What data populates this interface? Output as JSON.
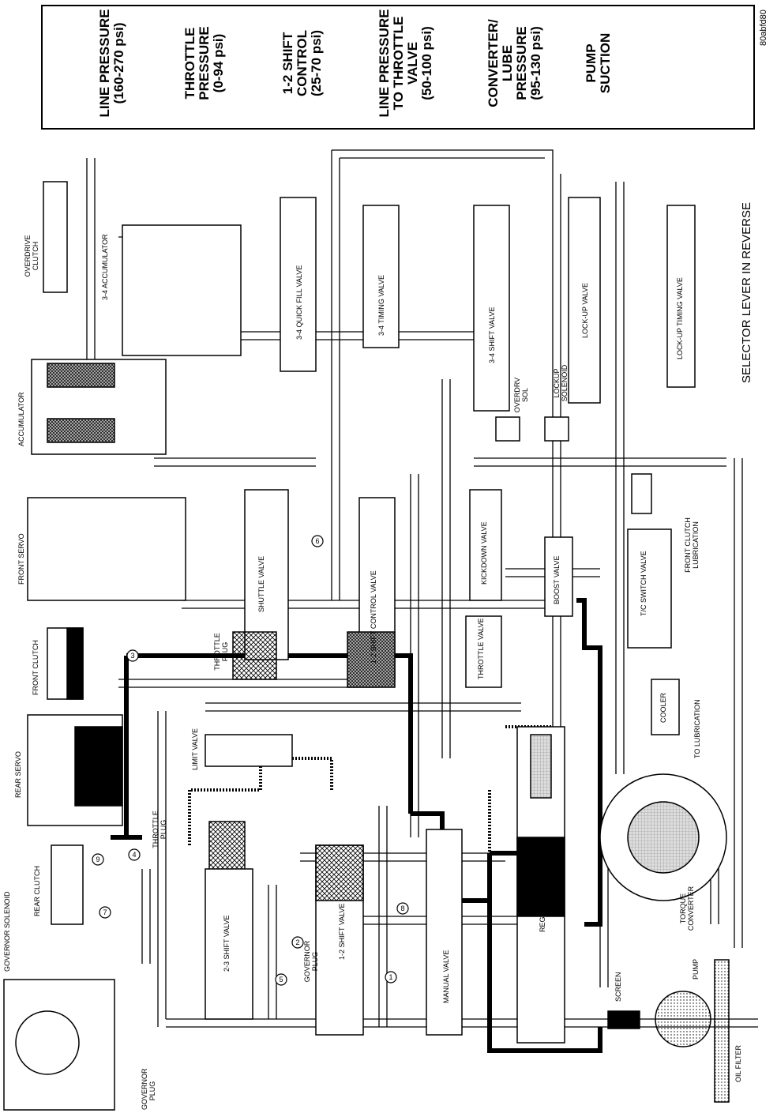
{
  "figure_id": "80abfd80",
  "caption": "SELECTOR LEVER IN REVERSE",
  "legend": {
    "items": [
      {
        "title": "LINE PRESSURE",
        "range": "(160-270 psi)",
        "pattern": "solid"
      },
      {
        "title": "THROTTLE PRESSURE",
        "range": "(0-94 psi)",
        "pattern": "cross"
      },
      {
        "title": "1-2 SHIFT CONTROL",
        "range": "(25-70 psi)",
        "pattern": "dense-cross"
      },
      {
        "title": "LINE PRESSURE TO THROTTLE VALVE",
        "range": "(50-100 psi)",
        "pattern": "diag"
      },
      {
        "title": "CONVERTER/ LUBE PRESSURE",
        "range": "(95-130 psi)",
        "pattern": "grid"
      },
      {
        "title": "PUMP SUCTION",
        "range": "",
        "pattern": "dots"
      }
    ]
  },
  "labels": {
    "overdrive_clutch": "OVERDRIVE CLUTCH",
    "accumulator_34": "3-4 ACCUMULATOR",
    "accumulator": "ACCUMULATOR",
    "front_servo": "FRONT SERVO",
    "front_clutch": "FRONT CLUTCH",
    "rear_servo": "REAR SERVO",
    "rear_clutch": "REAR CLUTCH",
    "governor_solenoid": "GOVERNOR SOLENOID",
    "governor_plug": "GOVERNOR PLUG",
    "quick_fill_valve": "3-4 QUICK FILL VALVE",
    "timing_valve_34": "3-4 TIMING VALVE",
    "shift_valve_34": "3-4 SHIFT VALVE",
    "lockup_valve": "LOCK-UP VALVE",
    "lockup_timing_valve": "LOCK-UP TIMING VALVE",
    "overdrv_sol": "OVERDRV SOL",
    "lockup_solenoid": "LOCKUP SOLENOID",
    "shuttle_valve": "SHUTTLE VALVE",
    "shift_control_valve": "1-2 SHIFT CONTROL VALVE",
    "kickdown_valve": "KICKDOWN VALVE",
    "throttle_valve": "THROTTLE VALVE",
    "boost_valve": "BOOST VALVE",
    "switch_valve": "T/C SWITCH VALVE",
    "front_clutch_lubrication": "FRONT CLUTCH LUBRICATION",
    "throttle_plug_top": "THROTTLE PLUG",
    "limit_valve": "LIMIT VALVE",
    "cooler": "COOLER",
    "to_lubrication": "TO LUBRICATION",
    "throttle_plug_bottom": "THROTTLE PLUG",
    "shift_valve_23": "2-3 SHIFT VALVE",
    "shift_valve_12": "1-2 SHIFT VALVE",
    "governor_plug_mid": "GOVERNOR PLUG",
    "manual_valve": "MANUAL VALVE",
    "regulator_valve": "REGULATOR VALVE",
    "torque_converter": "TORQUE CONVERTER",
    "screen": "SCREEN",
    "pump": "PUMP",
    "oil_filter": "OIL FILTER"
  },
  "check_balls": [
    "1",
    "2",
    "3",
    "4",
    "5",
    "6",
    "7",
    "8",
    "9"
  ],
  "colors": {
    "ink": "#000000",
    "paper": "#ffffff"
  }
}
